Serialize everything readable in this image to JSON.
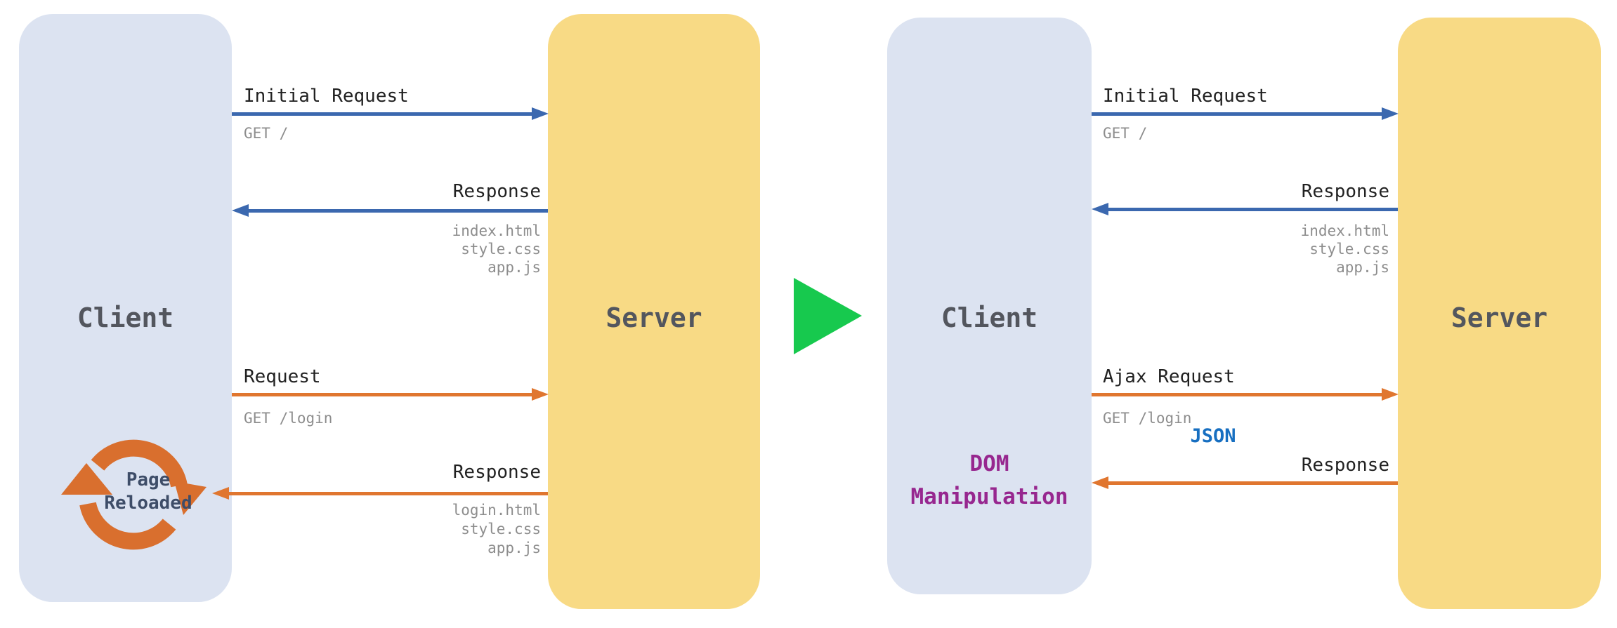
{
  "colors": {
    "client_box": "#dce3f1",
    "server_box": "#f8da85",
    "blue": "#3b68af",
    "orange": "#e0762f",
    "icon_orange": "#d96f2e",
    "green": "#17c94e",
    "json_blue": "#176fc1",
    "purple": "#97278f",
    "reload_text": "#3e4d68",
    "box_label": "#53565e",
    "label": "#212121",
    "sub_label": "#8d8d8d"
  },
  "left": {
    "client_label": "Client",
    "server_label": "Server",
    "flow1_label": "Initial Request",
    "flow1_sub": "GET /",
    "flow2_label": "Response",
    "flow2_files": "index.html\nstyle.css\napp.js",
    "flow3_label": "Request",
    "flow3_sub": "GET /login",
    "flow4_label": "Response",
    "flow4_files": "login.html\nstyle.css\napp.js",
    "reload_caption": "Page\nReloaded"
  },
  "right": {
    "client_label": "Client",
    "server_label": "Server",
    "flow1_label": "Initial Request",
    "flow1_sub": "GET /",
    "flow2_label": "Response",
    "flow2_files": "index.html\nstyle.css\napp.js",
    "flow3_label": "Ajax Request",
    "flow3_sub": "GET /login",
    "json_label": "JSON",
    "flow4_label": "Response",
    "dom_caption": "DOM\nManipulation"
  }
}
